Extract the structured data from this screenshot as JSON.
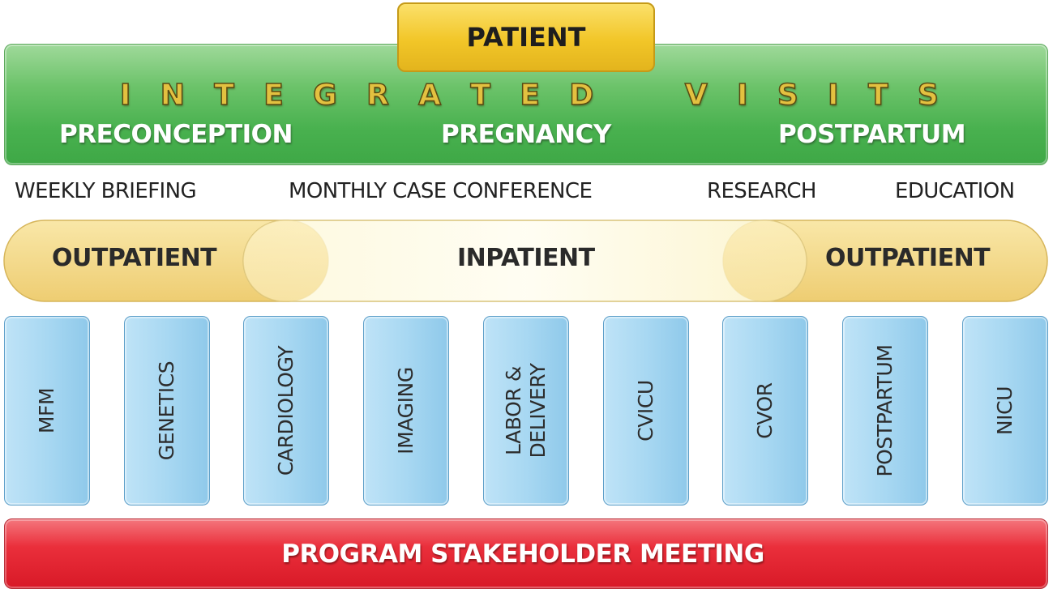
{
  "patient": {
    "label": "PATIENT"
  },
  "integrated_visits": {
    "letters": [
      "I",
      "N",
      "T",
      "E",
      "G",
      "R",
      "A",
      "T",
      "E",
      "D",
      "V",
      "I",
      "S",
      "I",
      "T",
      "S"
    ],
    "phases": [
      "PRECONCEPTION",
      "PREGNANCY",
      "POSTPARTUM"
    ]
  },
  "meetings": [
    "WEEKLY BRIEFING",
    "MONTHLY CASE CONFERENCE",
    "RESEARCH",
    "EDUCATION"
  ],
  "care_settings": {
    "left": "OUTPATIENT",
    "center": "INPATIENT",
    "right": "OUTPATIENT"
  },
  "departments": [
    {
      "lines": [
        "MFM"
      ]
    },
    {
      "lines": [
        "GENETICS"
      ]
    },
    {
      "lines": [
        "CARDIOLOGY"
      ]
    },
    {
      "lines": [
        "IMAGING"
      ]
    },
    {
      "lines": [
        "LABOR &",
        "DELIVERY"
      ]
    },
    {
      "lines": [
        "CVICU"
      ]
    },
    {
      "lines": [
        "CVOR"
      ]
    },
    {
      "lines": [
        "POSTPARTUM"
      ]
    },
    {
      "lines": [
        "NICU"
      ]
    }
  ],
  "stakeholder": {
    "label": "PROGRAM STAKEHOLDER MEETING"
  },
  "colors": {
    "green_band": "#4cb350",
    "patient_gold": "#f2c628",
    "title_gold": "#e3c140",
    "outpatient_fill": "#f3d98a",
    "inpatient_fill": "#fbf6cf",
    "department_blue": "#a8d8f2",
    "stakeholder_red": "#e52a36"
  }
}
